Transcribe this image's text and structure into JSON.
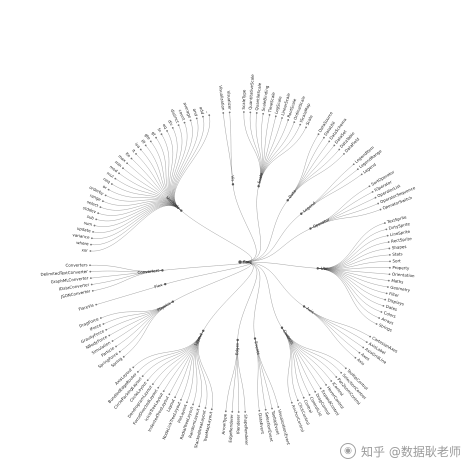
{
  "root": "flare",
  "groups": [
    {
      "name": "Scale",
      "leaves": [
        "ScaleType",
        "QuantitativeScale",
        "QuantileScale",
        "ScaleBinding",
        "TimeScale",
        "LogScale",
        "LinearScale",
        "RootScale",
        "OrdinalScale",
        "IScaleMap",
        "Scale"
      ]
    },
    {
      "name": "Data",
      "leaves": [
        "DataSource",
        "DataUtil",
        "DataSchema",
        "DataSet",
        "DataTable",
        "DataField"
      ]
    },
    {
      "name": "Legend",
      "leaves": [
        "LegendItem",
        "LegendRange",
        "Legend"
      ]
    },
    {
      "name": "Operator",
      "leaves": [
        "SortOperator",
        "IOperator",
        "OperatorList",
        "OperatorSequence",
        "OperatorSwitch"
      ]
    },
    {
      "name": "Util",
      "leaves": [
        "TextSprite",
        "DirtySprite",
        "LineSprite",
        "RectSprite",
        "Shapes",
        "Stats",
        "Sort",
        "Property",
        "Orientation",
        "Maths",
        "Geometry",
        "Filter",
        "Displays",
        "Dates",
        "Colors",
        "Arrays",
        "Strings"
      ]
    },
    {
      "name": "Axis",
      "leaves": [
        "CartesianAxes",
        "AxisLabel",
        "AxisGridLine",
        "Axes",
        "Axis"
      ]
    },
    {
      "name": "Controls",
      "leaves": [
        "TooltipControl",
        "SelectionControl",
        "PanZoomControl",
        "IControl",
        "HoverControl",
        "ExpandControl",
        "DragControl",
        "ControlList",
        "Control",
        "ClickControl",
        "AnchorControl"
      ]
    },
    {
      "name": "Events",
      "leaves": [
        "VisualizationEvent",
        "TooltipEvent",
        "SelectionEvent",
        "DataEvent"
      ]
    },
    {
      "name": "Edges",
      "leaves": [
        "ShapeRenderer",
        "IRenderer",
        "EdgeRenderer",
        "ArrowType"
      ]
    },
    {
      "name": "Layout",
      "leaves": [
        "TreeMapLayout",
        "StackedAreaLayout",
        "RandomLayout",
        "RadialTreeLayout",
        "PieLayout",
        "NodeLinkTreeLayout",
        "Layout",
        "IndentedTreeLayout",
        "IcicleTreeLayout",
        "ForceDirectedLayout",
        "DendrogramLayout",
        "CircleLayout",
        "CirclePackingLayout",
        "BundledEdgeRouter",
        "AxisLayout"
      ]
    },
    {
      "name": "Physics",
      "leaves": [
        "Spring",
        "SpringForce",
        "Particle",
        "Simulation",
        "NBodyForce",
        "GravityForce",
        "IForce",
        "DragForce"
      ]
    },
    {
      "name": "Flex",
      "leaves": [
        "FlareVis"
      ]
    },
    {
      "name": "Converters",
      "leaves": [
        "JSONConverter",
        "IDataConverter",
        "GraphMLConverter",
        "DelimitedTextConverter",
        "Converters"
      ]
    },
    {
      "name": "Methods",
      "leaves": [
        "xor",
        "where",
        "variance",
        "update",
        "sum",
        "sub",
        "stddev",
        "select",
        "range",
        "orderby",
        "or",
        "neq",
        "mul",
        "mod",
        "min",
        "max",
        "lte",
        "lt",
        "isa",
        "iff",
        "gte",
        "gt",
        "fn",
        "eq",
        "div",
        "distinct",
        "count",
        "average",
        "and",
        "add",
        "_"
      ]
    },
    {
      "name": "Vis",
      "leaves": [
        "Visualization",
        "Visualizer"
      ]
    }
  ],
  "watermark": "知乎 @数据耿老师"
}
